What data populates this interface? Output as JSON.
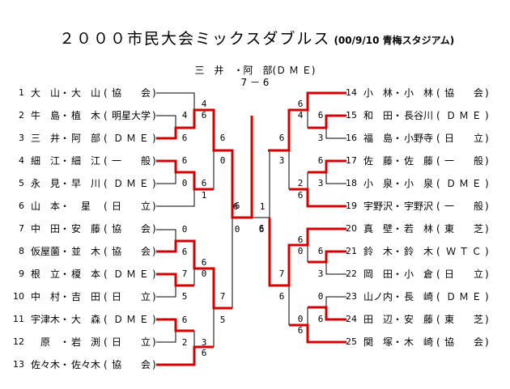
{
  "title": {
    "main": "２０００市民大会ミックスダブルス",
    "sub": "(00/9/10 青梅スタジアム)"
  },
  "champion": {
    "name": "三　井　・阿　部(Ｄ Ｍ Ｅ)",
    "score": "7 － 6"
  },
  "entries": [
    {
      "num": "1",
      "p1": "大　山",
      "p2": "大　山",
      "club": "協　　会"
    },
    {
      "num": "2",
      "p1": "牛　島",
      "p2": "植　木",
      "club": "明星大学"
    },
    {
      "num": "3",
      "p1": "三　井",
      "p2": "阿　部",
      "club": "Ｄ Ｍ Ｅ"
    },
    {
      "num": "4",
      "p1": "細　江",
      "p2": "細　江",
      "club": "一　　般"
    },
    {
      "num": "5",
      "p1": "永　見",
      "p2": "早　川",
      "club": "Ｄ Ｍ Ｅ"
    },
    {
      "num": "6",
      "p1": "山　本",
      "p2": "　星　",
      "club": "日　　立"
    },
    {
      "num": "7",
      "p1": "中　田",
      "p2": "安　藤",
      "club": "協　　会"
    },
    {
      "num": "8",
      "p1": "仮屋薗",
      "p2": "並　木",
      "club": "協　　会"
    },
    {
      "num": "9",
      "p1": "根　立",
      "p2": "榎　本",
      "club": "Ｄ Ｍ Ｅ"
    },
    {
      "num": "10",
      "p1": "中　村",
      "p2": "吉　田",
      "club": "日　　立"
    },
    {
      "num": "11",
      "p1": "宇津木",
      "p2": "大　森",
      "club": "Ｄ Ｍ Ｅ"
    },
    {
      "num": "12",
      "p1": "　原　",
      "p2": "岩　渕",
      "club": "日　　立"
    },
    {
      "num": "13",
      "p1": "佐々木",
      "p2": "佐々木",
      "club": "協　　会"
    },
    {
      "num": "14",
      "p1": "小　林",
      "p2": "小　林",
      "club": "協　　会"
    },
    {
      "num": "15",
      "p1": "和　田",
      "p2": "長谷川",
      "club": "Ｄ Ｍ Ｅ"
    },
    {
      "num": "16",
      "p1": "福　島",
      "p2": "小野寺",
      "club": "日　　立"
    },
    {
      "num": "17",
      "p1": "佐　藤",
      "p2": "佐　藤",
      "club": "一　　般"
    },
    {
      "num": "18",
      "p1": "小　泉",
      "p2": "小　泉",
      "club": "Ｄ Ｍ Ｅ"
    },
    {
      "num": "19",
      "p1": "宇野沢",
      "p2": "宇野沢",
      "club": "一　　般"
    },
    {
      "num": "20",
      "p1": "真　壁",
      "p2": "若　林",
      "club": "東　　芝"
    },
    {
      "num": "21",
      "p1": "鈴　木",
      "p2": "鈴　木",
      "club": "Ｗ Ｔ Ｃ"
    },
    {
      "num": "22",
      "p1": "岡　田",
      "p2": "小　倉",
      "club": "日　　立"
    },
    {
      "num": "23",
      "p1": "山ノ内",
      "p2": "長　崎",
      "club": "Ｄ Ｍ Ｅ"
    },
    {
      "num": "24",
      "p1": "田　辺",
      "p2": "安　藤",
      "club": "東　　芝"
    },
    {
      "num": "25",
      "p1": "関　塚",
      "p2": "木　崎",
      "club": "協　　会"
    }
  ],
  "scores": [
    "4",
    "6",
    "4",
    "6",
    "6",
    "0",
    "6",
    "0",
    "6",
    "1",
    "6",
    "0",
    "6",
    "6",
    "0",
    "7",
    "5",
    "7",
    "5",
    "6",
    "2",
    "3",
    "6",
    "0",
    "6",
    "0",
    "1",
    "6",
    "6",
    "4",
    "6",
    "3",
    "6",
    "3",
    "6",
    "3",
    "2",
    "6",
    "6",
    "6",
    "0",
    "6",
    "3",
    "7",
    "6",
    "0",
    "6",
    "0",
    "6"
  ]
}
